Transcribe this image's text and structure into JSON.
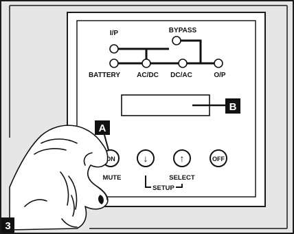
{
  "panel": {
    "indicators": {
      "ip": "I/P",
      "bypass": "BYPASS",
      "battery": "BATTERY",
      "acdc": "AC/DC",
      "dcac": "DC/AC",
      "op": "O/P"
    },
    "buttons": {
      "on": "ON",
      "mute": "MUTE",
      "off": "OFF",
      "select": "SELECT",
      "setup": "SETUP",
      "down_glyph": "↓",
      "up_glyph": "↑"
    }
  },
  "callouts": {
    "a": "A",
    "b": "B",
    "step": "3"
  },
  "colors": {
    "background": "#e6e6e6",
    "panel": "#ffffff",
    "ink": "#111111",
    "frame": "#1a1a1a"
  }
}
